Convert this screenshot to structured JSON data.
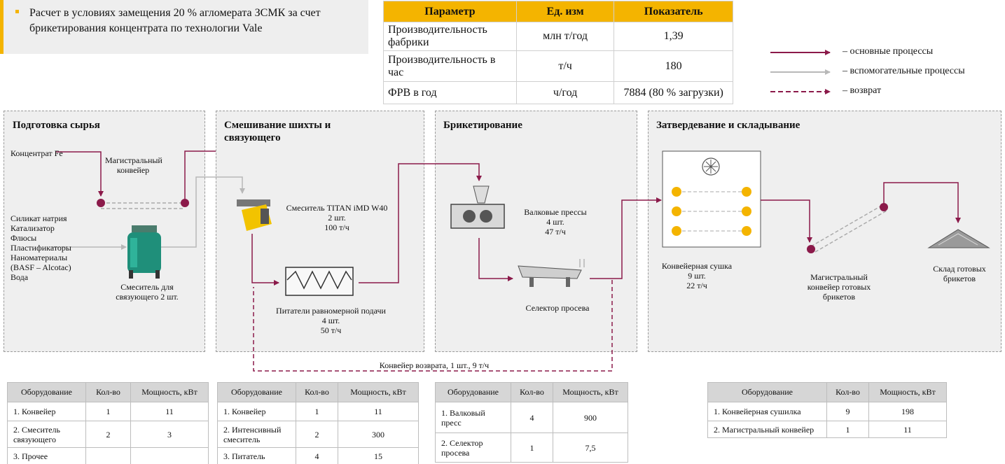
{
  "note": {
    "text": "Расчет в условиях замещения 20 % агломерата ЗСМК за счет брикетирования концентрата по технологии Vale"
  },
  "param_table": {
    "headers": [
      "Параметр",
      "Ед. изм",
      "Показатель"
    ],
    "rows": [
      [
        "Производительность фабрики",
        "млн т/год",
        "1,39"
      ],
      [
        "Производительность в час",
        "т/ч",
        "180"
      ],
      [
        "ФРВ в год",
        "ч/год",
        "7884 (80 % загрузки)"
      ]
    ]
  },
  "legend": {
    "main": "– основные процессы",
    "aux": "– вспомогательные процессы",
    "return": "– возврат"
  },
  "colors": {
    "accent": "#f4b400",
    "main_line": "#8b1a4a",
    "aux_line": "#b8b8b8",
    "section_bg": "#efefef"
  },
  "sections": {
    "prep": {
      "title": "Подготовка сырья",
      "concentrate": "Концентрат Fe",
      "conveyor": "Магистральный конвейер",
      "materials": [
        "Силикат натрия",
        "Катализатор",
        "Флюсы",
        "Пластификаторы",
        "Наноматериалы",
        "(BASF – Alcotac)",
        "Вода"
      ],
      "mixer": "Смеситель для связующего 2 шт."
    },
    "mix": {
      "title": "Смешивание шихты и связующего",
      "mixer": "Смеситель TITAN iMD W40",
      "mixer_qty": "2 шт.",
      "mixer_rate": "100 т/ч",
      "feeder": "Питатели равномерной подачи",
      "feeder_qty": "4 шт.",
      "feeder_rate": "50 т/ч"
    },
    "briq": {
      "title": "Брикетирование",
      "press": "Валковые прессы",
      "press_qty": "4 шт.",
      "press_rate": "47 т/ч",
      "selector": "Селектор просева"
    },
    "cure": {
      "title": "Затвердевание и складывание",
      "dryer": "Конвейерная сушка",
      "dryer_qty": "9 шт.",
      "dryer_rate": "22 т/ч",
      "conveyor": "Магистральный конвейер готовых брикетов",
      "storage": "Склад готовых брикетов"
    }
  },
  "return_conveyor": "Конвейер возврата, 1 шт., 9 т/ч",
  "equipment_tables": {
    "headers": [
      "Оборудование",
      "Кол-во",
      "Мощность, кВт"
    ],
    "prep": [
      [
        "1. Конвейер",
        "1",
        "11"
      ],
      [
        "2. Смеситель связующего",
        "2",
        "3"
      ],
      [
        "3. Прочее",
        "",
        ""
      ]
    ],
    "mix": [
      [
        "1. Конвейер",
        "1",
        "11"
      ],
      [
        "2. Интенсивный смеситель",
        "2",
        "300"
      ],
      [
        "3. Питатель",
        "4",
        "15"
      ]
    ],
    "briq": [
      [
        "1. Валковый пресс",
        "4",
        "900"
      ],
      [
        "2. Селектор просева",
        "1",
        "7,5"
      ]
    ],
    "cure": [
      [
        "1. Конвейерная сушилка",
        "9",
        "198"
      ],
      [
        "2. Магистральный конвейер",
        "1",
        "11"
      ]
    ]
  }
}
